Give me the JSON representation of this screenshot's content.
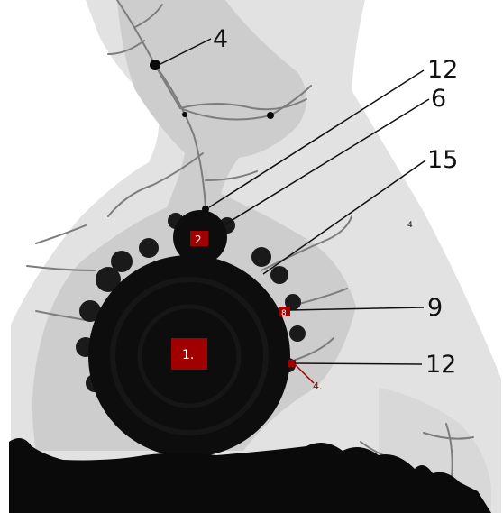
{
  "figure": {
    "background_colors": {
      "outer": "#ffffff",
      "band_light": "#e0e0e0",
      "band_mid": "#c8c8c8",
      "filament": "#7a7a7a",
      "set": "#0a0a0a",
      "marker": "#a00000"
    },
    "labels": {
      "period_1": "1.",
      "period_2": "2",
      "period_4_small": "4.",
      "period_8": "8",
      "callout_top_4": "4",
      "callout_12_upper": "12",
      "callout_6": "6",
      "callout_15": "15",
      "callout_9": "9",
      "callout_12_lower": "12",
      "stray_mark": "4"
    }
  }
}
